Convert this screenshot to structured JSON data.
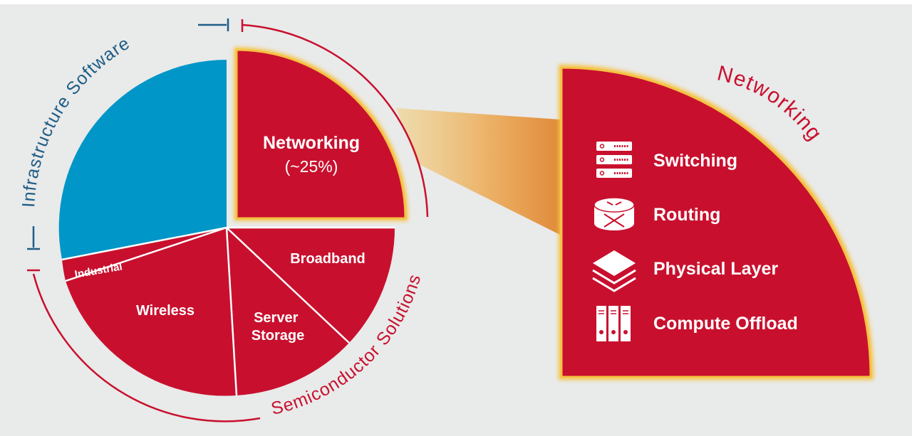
{
  "arc_labels": {
    "infrastructure": "Infrastructure Software",
    "semiconductor": "Semiconductor Solutions"
  },
  "pie": {
    "slices": [
      {
        "label": "Infrastructure Software",
        "color": "#0096c8"
      },
      {
        "label": "Networking",
        "value_label": "(~25%)",
        "color": "#c8102e"
      },
      {
        "label": "Broadband",
        "color": "#c8102e"
      },
      {
        "label": "Server\nStorage",
        "color": "#c8102e"
      },
      {
        "label": "Wireless",
        "color": "#c8102e"
      },
      {
        "label": "Industrial",
        "color": "#c8102e"
      }
    ]
  },
  "detail": {
    "title": "Networking",
    "items": [
      {
        "label": "Switching",
        "icon": "switch-icon"
      },
      {
        "label": "Routing",
        "icon": "router-icon"
      },
      {
        "label": "Physical Layer",
        "icon": "layers-icon"
      },
      {
        "label": "Compute Offload",
        "icon": "binders-icon"
      }
    ]
  },
  "colors": {
    "brand_red": "#c8102e",
    "infra_blue": "#0096c8",
    "infra_label_blue": "#1f5d86",
    "highlight_gold": "#f5c242",
    "background": "#e9eaea"
  }
}
